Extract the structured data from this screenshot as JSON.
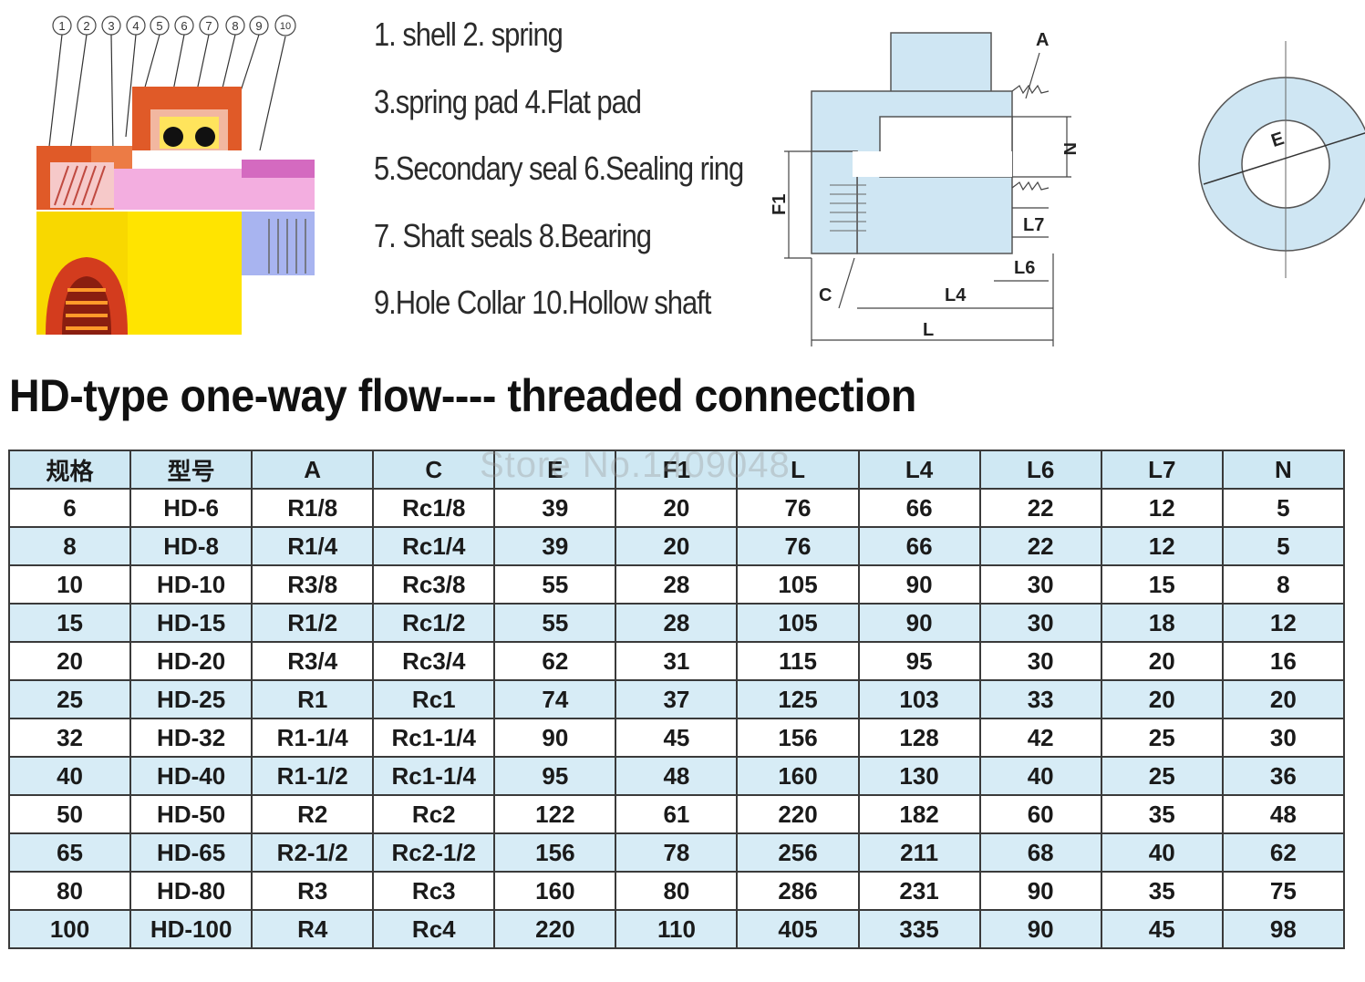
{
  "parts_list": [
    "1. shell  2. spring",
    "3.spring pad  4.Flat pad",
    "5.Secondary seal  6.Sealing ring",
    "7. Shaft seals  8.Bearing",
    "9.Hole Collar 10.Hollow shaft"
  ],
  "cutaway": {
    "numbers": [
      "1",
      "2",
      "3",
      "4",
      "5",
      "6",
      "7",
      "8",
      "9",
      "10"
    ]
  },
  "dimension_labels": {
    "a": "A",
    "n": "N",
    "f1": "F1",
    "l7": "L7",
    "l6": "L6",
    "c": "C",
    "l4": "L4",
    "l": "L",
    "e": "E"
  },
  "title": "HD-type one-way flow---- threaded connection",
  "watermark": "Store No.1409048",
  "table": {
    "headers": [
      "规格",
      "型号",
      "A",
      "C",
      "E",
      "F1",
      "L",
      "L4",
      "L6",
      "L7",
      "N"
    ],
    "rows": [
      [
        "6",
        "HD-6",
        "R1/8",
        "Rc1/8",
        "39",
        "20",
        "76",
        "66",
        "22",
        "12",
        "5"
      ],
      [
        "8",
        "HD-8",
        "R1/4",
        "Rc1/4",
        "39",
        "20",
        "76",
        "66",
        "22",
        "12",
        "5"
      ],
      [
        "10",
        "HD-10",
        "R3/8",
        "Rc3/8",
        "55",
        "28",
        "105",
        "90",
        "30",
        "15",
        "8"
      ],
      [
        "15",
        "HD-15",
        "R1/2",
        "Rc1/2",
        "55",
        "28",
        "105",
        "90",
        "30",
        "18",
        "12"
      ],
      [
        "20",
        "HD-20",
        "R3/4",
        "Rc3/4",
        "62",
        "31",
        "115",
        "95",
        "30",
        "20",
        "16"
      ],
      [
        "25",
        "HD-25",
        "R1",
        "Rc1",
        "74",
        "37",
        "125",
        "103",
        "33",
        "20",
        "20"
      ],
      [
        "32",
        "HD-32",
        "R1-1/4",
        "Rc1-1/4",
        "90",
        "45",
        "156",
        "128",
        "42",
        "25",
        "30"
      ],
      [
        "40",
        "HD-40",
        "R1-1/2",
        "Rc1-1/4",
        "95",
        "48",
        "160",
        "130",
        "40",
        "25",
        "36"
      ],
      [
        "50",
        "HD-50",
        "R2",
        "Rc2",
        "122",
        "61",
        "220",
        "182",
        "60",
        "35",
        "48"
      ],
      [
        "65",
        "HD-65",
        "R2-1/2",
        "Rc2-1/2",
        "156",
        "78",
        "256",
        "211",
        "68",
        "40",
        "62"
      ],
      [
        "80",
        "HD-80",
        "R3",
        "Rc3",
        "160",
        "80",
        "286",
        "231",
        "90",
        "35",
        "75"
      ],
      [
        "100",
        "HD-100",
        "R4",
        "Rc4",
        "220",
        "110",
        "405",
        "335",
        "90",
        "45",
        "98"
      ]
    ]
  }
}
